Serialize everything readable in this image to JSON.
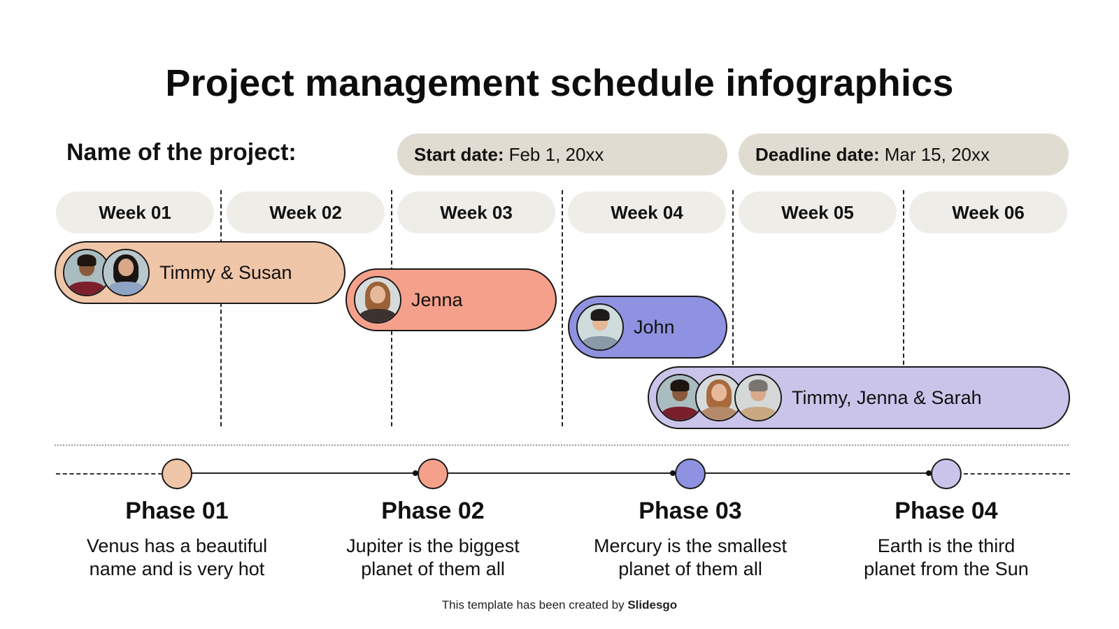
{
  "title": "Project management schedule infographics",
  "project": {
    "name_label": "Name of the project:",
    "start_label": "Start date:",
    "start_value": "Feb 1, 20xx",
    "deadline_label": "Deadline date:",
    "deadline_value": "Mar 15, 20xx"
  },
  "weeks": [
    "Week 01",
    "Week 02",
    "Week 03",
    "Week 04",
    "Week 05",
    "Week 06"
  ],
  "assignments": [
    {
      "label": "Timmy & Susan",
      "color": "#f0c6a8",
      "avatars": [
        "timmy",
        "susan"
      ],
      "weeks": "01-02"
    },
    {
      "label": "Jenna",
      "color": "#f5a08a",
      "avatars": [
        "jenna"
      ],
      "weeks": "03"
    },
    {
      "label": "John",
      "color": "#8f92e0",
      "avatars": [
        "john"
      ],
      "weeks": "04"
    },
    {
      "label": "Timmy, Jenna & Sarah",
      "color": "#cbc4ea",
      "avatars": [
        "timmy",
        "jenna",
        "sarah"
      ],
      "weeks": "04-06"
    }
  ],
  "phases": [
    {
      "title": "Phase 01",
      "desc_line1": "Venus has a beautiful",
      "desc_line2": "name and is very hot",
      "color": "#f0c6a8"
    },
    {
      "title": "Phase 02",
      "desc_line1": "Jupiter is the biggest",
      "desc_line2": "planet of them all",
      "color": "#f5a08a"
    },
    {
      "title": "Phase 03",
      "desc_line1": "Mercury is the smallest",
      "desc_line2": "planet of them all",
      "color": "#8f92e0"
    },
    {
      "title": "Phase 04",
      "desc_line1": "Earth is the third",
      "desc_line2": "planet from the Sun",
      "color": "#cbc4ea"
    }
  ],
  "credit": {
    "prefix": "This template has been created by",
    "brand": "Slidesgo"
  }
}
